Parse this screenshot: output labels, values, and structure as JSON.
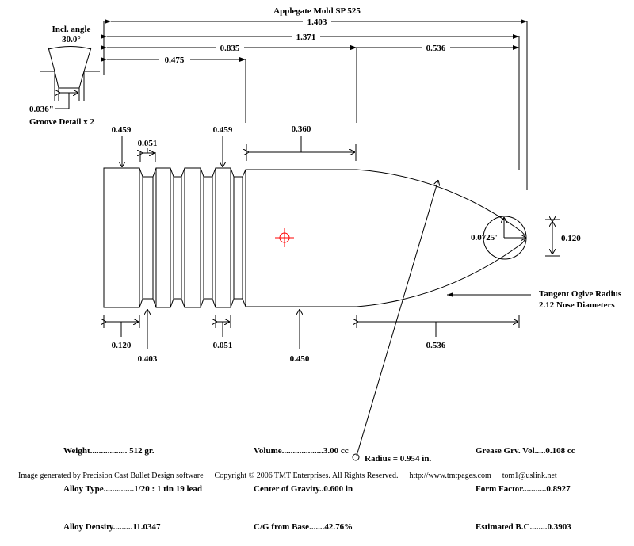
{
  "title": "Applegate Mold   SP 525",
  "groove_detail": {
    "angle_label": "Incl. angle",
    "angle_value": "30.0°",
    "width": "0.036\"",
    "caption": "Groove Detail x 2"
  },
  "dimensions": {
    "overall": "1.403",
    "to_nose_tip_flat": "1.371",
    "to_ogive_start": "0.835",
    "to_nose_start": "0.475",
    "nose_length_top": "0.536",
    "band_dia_left": "0.459",
    "band_dia_right": "0.459",
    "groove_width_top": "0.051",
    "body_length": "0.360",
    "base_length": "0.120",
    "groove_dia": "0.403",
    "groove_width_bottom": "0.051",
    "nose_dia": "0.450",
    "nose_length_bottom": "0.536",
    "meplat_radius": "0.0725\"",
    "meplat_dia": "0.120"
  },
  "ogive": {
    "line1": "Tangent Ogive Radius",
    "line2": "2.12  Nose Diameters",
    "radius_label": "Radius = 0.954 in."
  },
  "stats_left": [
    {
      "label": "Weight.................",
      "value": " 512 gr."
    },
    {
      "label": "Alloy Type..............",
      "value": "1/20 : 1 tin 19 lead"
    },
    {
      "label": "Alloy Density.........",
      "value": "11.0347"
    }
  ],
  "stats_mid": [
    {
      "label": "Volume...................",
      "value": "3.00 cc"
    },
    {
      "label": "Center of Gravity..",
      "value": "0.600 in"
    },
    {
      "label": "C/G from Base.......",
      "value": "42.76%"
    }
  ],
  "stats_right": [
    {
      "label": "Grease Grv. Vol.....",
      "value": "0.108 cc"
    },
    {
      "label": "Form Factor...........",
      "value": "0.8927"
    },
    {
      "label": "Estimated B.C........",
      "value": "0.3903"
    }
  ],
  "footer": {
    "generated": "Image generated by Precision Cast Bullet Design software",
    "copyright": "Copyright © 2006 TMT Enterprises. All Rights Reserved.",
    "url": "http://www.tmtpages.com",
    "email": "tom1@uslink.net"
  },
  "colors": {
    "crosshair": "#ff0000"
  }
}
